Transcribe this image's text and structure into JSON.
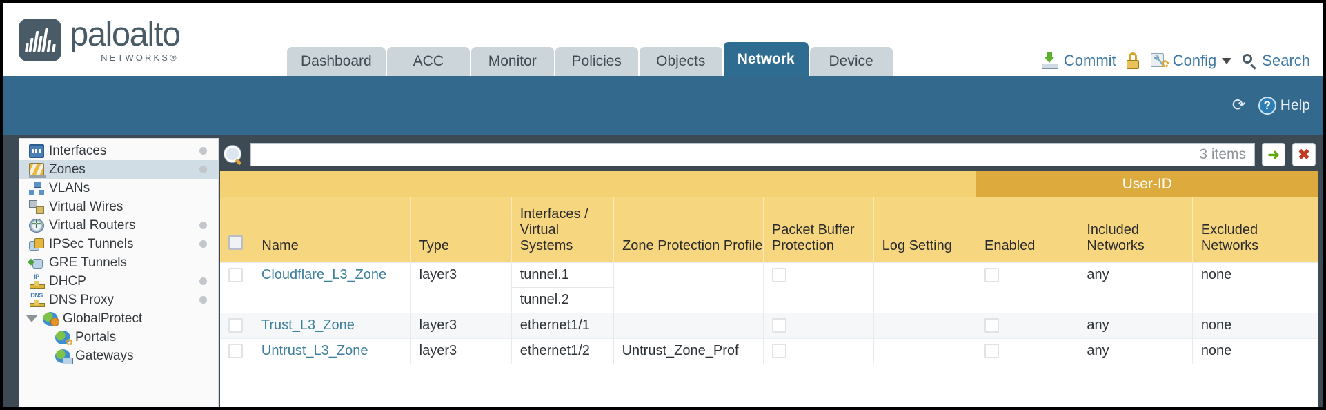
{
  "brand": {
    "name": "paloalto",
    "sub": "NETWORKS®"
  },
  "nav": {
    "tabs": [
      {
        "label": "Dashboard",
        "active": false
      },
      {
        "label": "ACC",
        "active": false
      },
      {
        "label": "Monitor",
        "active": false
      },
      {
        "label": "Policies",
        "active": false
      },
      {
        "label": "Objects",
        "active": false
      },
      {
        "label": "Network",
        "active": true
      },
      {
        "label": "Device",
        "active": false
      }
    ]
  },
  "toolbar": {
    "commit": "Commit",
    "config": "Config",
    "search": "Search",
    "lock_icon": "unlock-icon",
    "commit_icon": "commit-save-icon",
    "config_icon": "config-wrench-icon",
    "search_icon": "magnifier-icon"
  },
  "band": {
    "refresh_icon": "refresh-icon",
    "help": "Help",
    "help_icon": "question-circle-icon"
  },
  "sidebar": {
    "items": [
      {
        "label": "Interfaces",
        "icon": "interfaces-icon",
        "icon_class": "ico-interfaces",
        "selected": false,
        "dot": true,
        "child": false,
        "expander": false,
        "badge": ""
      },
      {
        "label": "Zones",
        "icon": "zones-icon",
        "icon_class": "ico-zones",
        "selected": true,
        "dot": true,
        "child": false,
        "expander": false,
        "badge": ""
      },
      {
        "label": "VLANs",
        "icon": "vlans-icon",
        "icon_class": "ico-vlans",
        "selected": false,
        "dot": false,
        "child": false,
        "expander": false,
        "badge": ""
      },
      {
        "label": "Virtual Wires",
        "icon": "virtual-wires-icon",
        "icon_class": "ico-vwires",
        "selected": false,
        "dot": false,
        "child": false,
        "expander": false,
        "badge": ""
      },
      {
        "label": "Virtual Routers",
        "icon": "virtual-routers-icon",
        "icon_class": "ico-vrouters",
        "selected": false,
        "dot": true,
        "child": false,
        "expander": false,
        "badge": ""
      },
      {
        "label": "IPSec Tunnels",
        "icon": "ipsec-tunnels-icon",
        "icon_class": "ico-ipsec",
        "selected": false,
        "dot": true,
        "child": false,
        "expander": false,
        "badge": ""
      },
      {
        "label": "GRE Tunnels",
        "icon": "gre-tunnels-icon",
        "icon_class": "ico-gre",
        "selected": false,
        "dot": false,
        "child": false,
        "expander": false,
        "badge": ""
      },
      {
        "label": "DHCP",
        "icon": "dhcp-icon",
        "icon_class": "ico-dhcp",
        "selected": false,
        "dot": true,
        "child": false,
        "expander": false,
        "badge": "IP"
      },
      {
        "label": "DNS Proxy",
        "icon": "dns-proxy-icon",
        "icon_class": "ico-dns",
        "selected": false,
        "dot": true,
        "child": false,
        "expander": false,
        "badge": "DNS"
      },
      {
        "label": "GlobalProtect",
        "icon": "globalprotect-icon",
        "icon_class": "ico-gp",
        "selected": false,
        "dot": false,
        "child": false,
        "expander": true,
        "badge": ""
      },
      {
        "label": "Portals",
        "icon": "portals-icon",
        "icon_class": "ico-portal",
        "selected": false,
        "dot": false,
        "child": true,
        "expander": false,
        "badge": ""
      },
      {
        "label": "Gateways",
        "icon": "gateways-icon",
        "icon_class": "ico-gw",
        "selected": false,
        "dot": false,
        "child": true,
        "expander": false,
        "badge": ""
      }
    ]
  },
  "search": {
    "value": "",
    "placeholder": "",
    "item_count": "3 items",
    "apply_label": "➜",
    "clear_label": "✖"
  },
  "table": {
    "group_header": "User-ID",
    "columns": [
      "Name",
      "Type",
      "Interfaces / Virtual Systems",
      "Zone Protection Profile",
      "Packet Buffer Protection",
      "Log Setting",
      "Enabled",
      "Included Networks",
      "Excluded Networks"
    ],
    "rows": [
      {
        "selected": false,
        "name": "Cloudflare_L3_Zone",
        "type": "layer3",
        "interfaces": [
          "tunnel.1",
          "tunnel.2"
        ],
        "zone_protection_profile": "",
        "packet_buffer_protection": false,
        "log_setting": "",
        "user_id_enabled": false,
        "included_networks": "any",
        "excluded_networks": "none"
      },
      {
        "selected": false,
        "name": "Trust_L3_Zone",
        "type": "layer3",
        "interfaces": [
          "ethernet1/1"
        ],
        "zone_protection_profile": "",
        "packet_buffer_protection": false,
        "log_setting": "",
        "user_id_enabled": false,
        "included_networks": "any",
        "excluded_networks": "none"
      },
      {
        "selected": false,
        "name": "Untrust_L3_Zone",
        "type": "layer3",
        "interfaces": [
          "ethernet1/2"
        ],
        "zone_protection_profile": "Untrust_Zone_Prof",
        "packet_buffer_protection": false,
        "log_setting": "",
        "user_id_enabled": false,
        "included_networks": "any",
        "excluded_networks": "none"
      }
    ]
  },
  "colors": {
    "active_tab": "#2e6c92",
    "band": "#32698c",
    "header_amber": "#f7d680",
    "group_amber": "#ddaa3d",
    "link": "#3d7f9c"
  }
}
